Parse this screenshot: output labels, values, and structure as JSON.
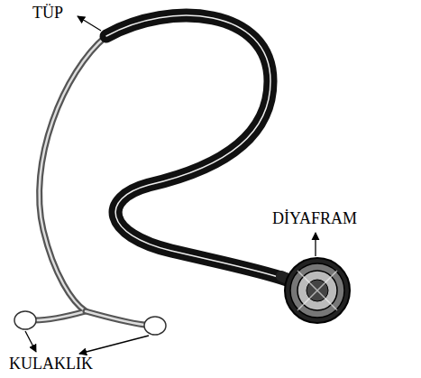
{
  "diagram": {
    "labels": [
      "TÜP",
      "DİYAFRAM",
      "KULAKLIK"
    ]
  }
}
